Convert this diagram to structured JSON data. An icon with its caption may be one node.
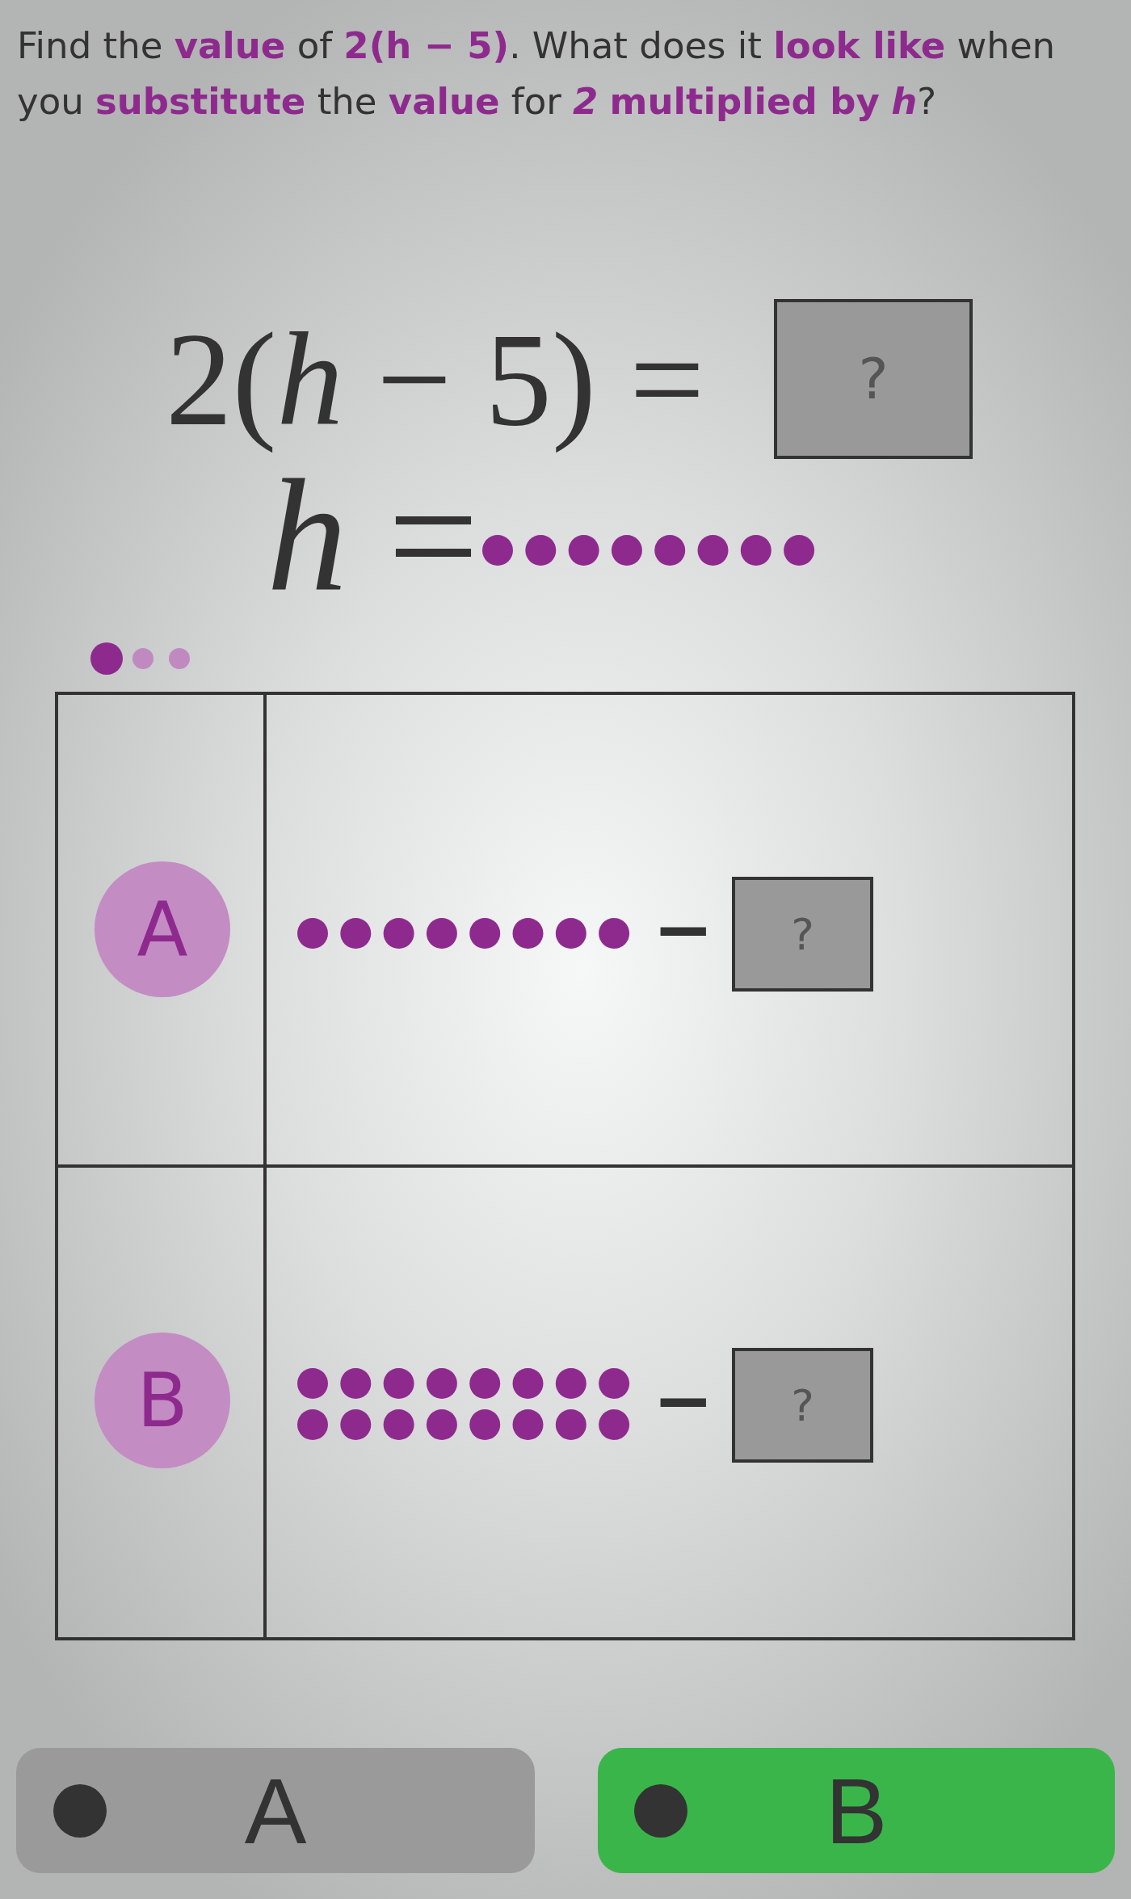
{
  "diagram": {
    "title": "Find the **value** of **2(h − 5)**. What does it **look like** when you **substitute** the **value** for *2* **multiplied by** *h*?",
    "nodes": [
      {
        "text": [
          "?"
        ]
      },
      {
        "text": [
          "A"
        ]
      },
      {
        "text": [
          "?"
        ]
      },
      {
        "text": [
          "B"
        ]
      },
      {
        "text": [
          "?"
        ]
      },
      {
        "text": [
          "A"
        ]
      },
      {
        "text": [
          "B"
        ]
      }
    ],
    "labels": [
      "2(*h* − 5) =",
      "*h* =",
      "−",
      "−"
    ]
  }
}
